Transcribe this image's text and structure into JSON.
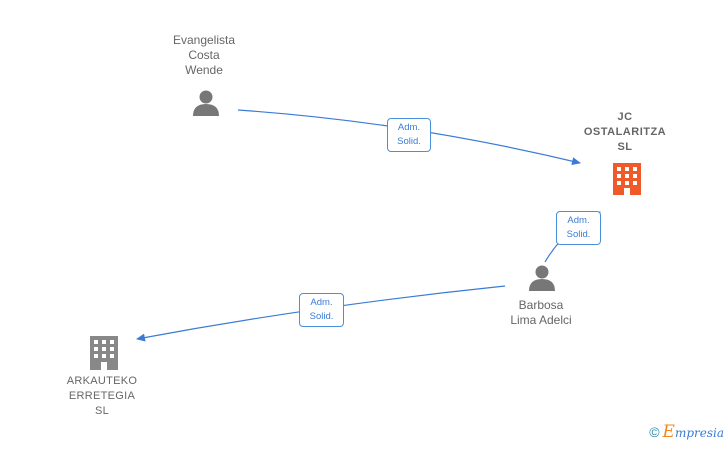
{
  "nodes": {
    "evangelista": {
      "label": [
        "Evangelista",
        "Costa",
        "Wende"
      ],
      "type": "person"
    },
    "jc": {
      "label": [
        "JC",
        "OSTALARITZA",
        "SL"
      ],
      "type": "company-main"
    },
    "barbosa": {
      "label": [
        "Barbosa",
        "Lima Adelci"
      ],
      "type": "person"
    },
    "arkauteko": {
      "label": [
        "ARKAUTEKO",
        "ERRETEGIA",
        "SL"
      ],
      "type": "company"
    }
  },
  "edges": [
    {
      "from": "evangelista",
      "to": "jc",
      "label": [
        "Adm.",
        "Solid."
      ]
    },
    {
      "from": "barbosa",
      "to": "jc",
      "label": [
        "Adm.",
        "Solid."
      ]
    },
    {
      "from": "barbosa",
      "to": "arkauteko",
      "label": [
        "Adm.",
        "Solid."
      ]
    }
  ],
  "colors": {
    "edge": "#3a7bd5",
    "person_icon": "#777777",
    "company_icon": "#888888",
    "company_main_icon": "#f05a28"
  },
  "footer": {
    "copyright": "©",
    "brand_first": "E",
    "brand_rest": "mpresia"
  }
}
